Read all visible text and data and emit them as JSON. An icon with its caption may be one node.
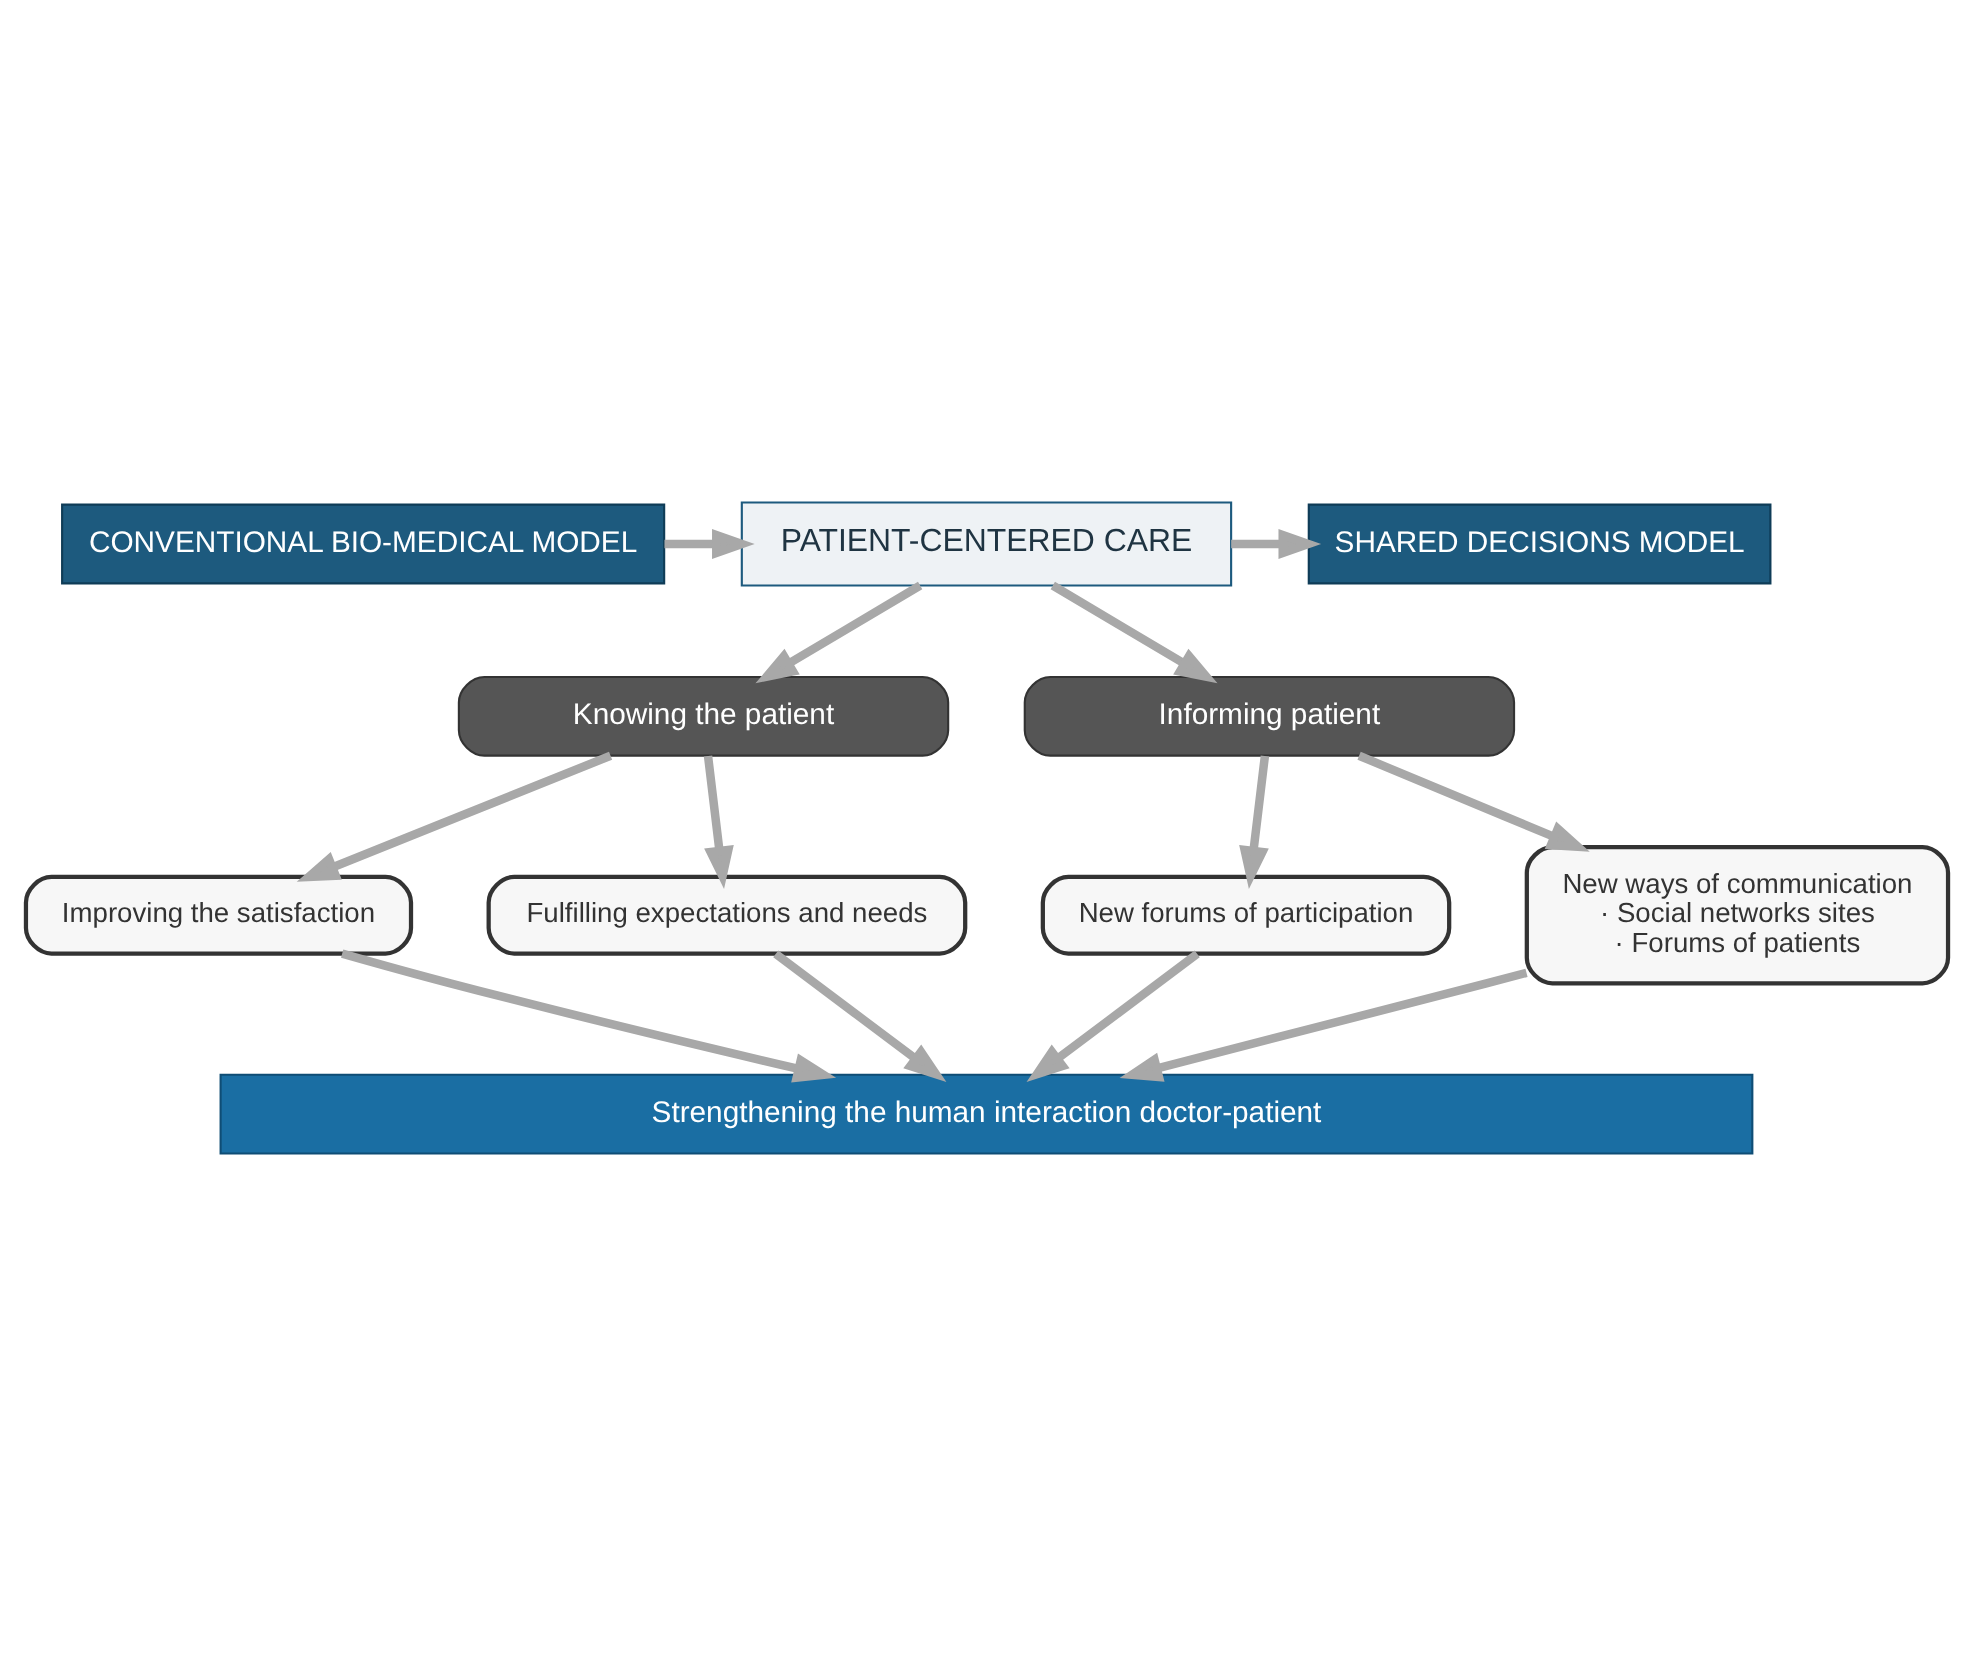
{
  "diagram": {
    "nodes": [
      {
        "text": [
          "CONVENTIONAL BIO-MEDICAL MODEL"
        ]
      },
      {
        "text": [
          "PATIENT-CENTERED CARE"
        ]
      },
      {
        "text": [
          "SHARED DECISIONS MODEL"
        ]
      },
      {
        "text": [
          "Knowing the patient"
        ]
      },
      {
        "text": [
          "Informing patient"
        ]
      },
      {
        "text": [
          "Improving the satisfaction"
        ]
      },
      {
        "text": [
          "Fulfilling expectations and needs"
        ]
      },
      {
        "text": [
          "New forums of participation"
        ]
      },
      {
        "text": [
          "New ways of communication",
          "· Social networks sites",
          "· Forums of patients"
        ]
      },
      {
        "text": [
          "Strengthening the human interaction doctor-patient"
        ]
      }
    ],
    "edges": [
      {
        "from": 0,
        "to": 1,
        "arrow": "to"
      },
      {
        "from": 1,
        "to": 2,
        "arrow": "to"
      },
      {
        "from": 1,
        "to": 3,
        "arrow": "to"
      },
      {
        "from": 1,
        "to": 4,
        "arrow": "to"
      },
      {
        "from": 3,
        "to": 5,
        "arrow": "to"
      },
      {
        "from": 3,
        "to": 6,
        "arrow": "to"
      },
      {
        "from": 4,
        "to": 7,
        "arrow": "to"
      },
      {
        "from": 4,
        "to": 8,
        "arrow": "to"
      },
      {
        "from": 5,
        "to": 9,
        "arrow": "to"
      },
      {
        "from": 6,
        "to": 9,
        "arrow": "to"
      },
      {
        "from": 7,
        "to": 9,
        "arrow": "to"
      },
      {
        "from": 8,
        "to": 9,
        "arrow": "to"
      }
    ]
  }
}
